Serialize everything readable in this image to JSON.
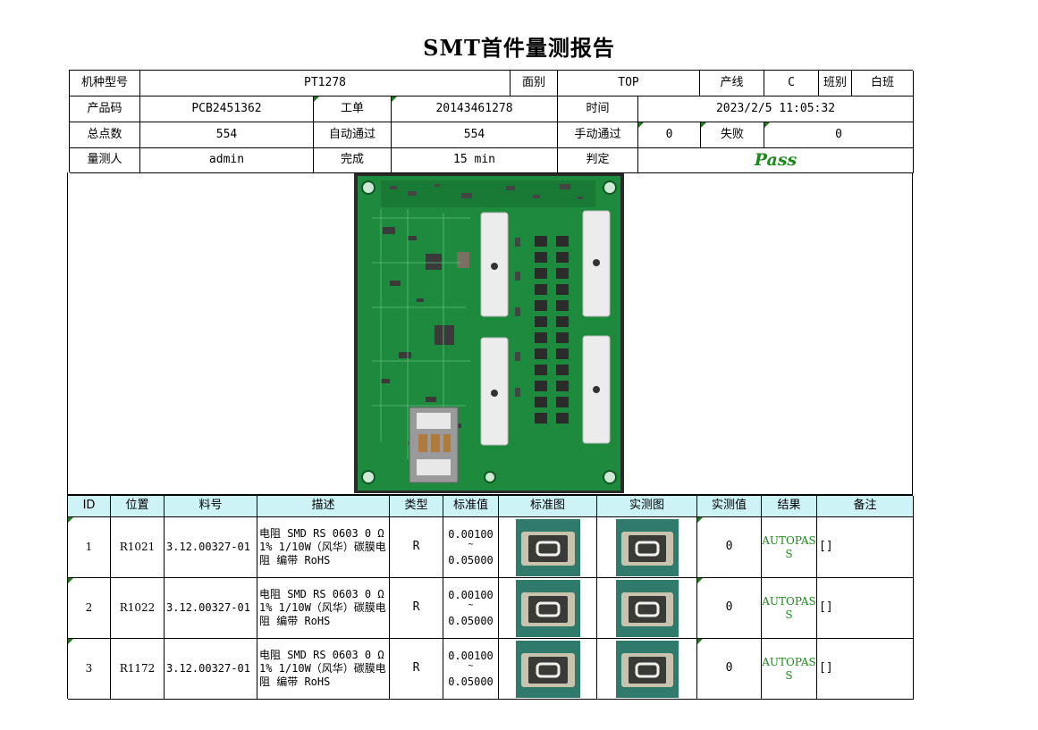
{
  "title": "SMT首件量测报告",
  "info": {
    "model_label": "机种型号",
    "model": "PT1278",
    "side_label": "面别",
    "side": "TOP",
    "line_label": "产线",
    "line": "C",
    "shift_label": "班别",
    "shift": "白班",
    "product_label": "产品码",
    "product": "PCB2451362",
    "order_label": "工单",
    "order": "20143461278",
    "time_label": "时间",
    "time": "2023/2/5 11:05:32",
    "total_label": "总点数",
    "total": "554",
    "auto_label": "自动通过",
    "auto": "554",
    "manual_label": "手动通过",
    "manual": "0",
    "fail_label": "失败",
    "fail": "0",
    "operator_label": "量测人",
    "operator": "admin",
    "done_label": "完成",
    "done": "15 min",
    "judge_label": "判定",
    "judge": "Pass"
  },
  "table": {
    "headers": [
      "ID",
      "位置",
      "料号",
      "描述",
      "类型",
      "标准值",
      "标准图",
      "实测图",
      "实测值",
      "结果",
      "备注"
    ],
    "rows": [
      {
        "id": "1",
        "pos": "R1021",
        "part": "3.12.00327-01",
        "desc": "电阻 SMD RS 0603 0 Ω 1% 1/10W（风华）碳膜电阻 编带 RoHS",
        "type": "R",
        "std_min": "0.00100",
        "std_sep": "~",
        "std_max": "0.05000",
        "measured": "0",
        "result": "AUTOPASS",
        "note": "[]"
      },
      {
        "id": "2",
        "pos": "R1022",
        "part": "3.12.00327-01",
        "desc": "电阻 SMD RS 0603 0 Ω 1% 1/10W（风华）碳膜电阻 编带 RoHS",
        "type": "R",
        "std_min": "0.00100",
        "std_sep": "~",
        "std_max": "0.05000",
        "measured": "0",
        "result": "AUTOPASS",
        "note": "[]"
      },
      {
        "id": "3",
        "pos": "R1172",
        "part": "3.12.00327-01",
        "desc": "电阻 SMD RS 0603 0 Ω 1% 1/10W（风华）碳膜电阻 编带 RoHS",
        "type": "R",
        "std_min": "0.00100",
        "std_sep": "~",
        "std_max": "0.05000",
        "measured": "0",
        "result": "AUTOPASS",
        "note": "[]"
      }
    ]
  },
  "colors": {
    "pcb": "#1e8a3e",
    "pass": "#1b8a1b",
    "header_bg": "#cdf3f7"
  }
}
